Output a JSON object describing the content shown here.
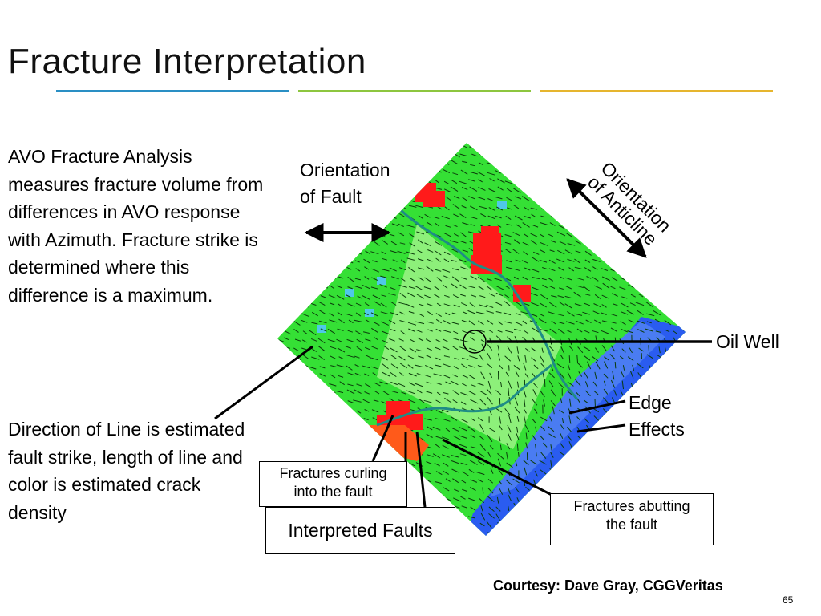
{
  "slide": {
    "title": "Fracture Interpretation",
    "rule_colors": [
      "#2a8fc4",
      "#8dc63f",
      "#e6b52e"
    ],
    "page_number": "65",
    "courtesy": "Courtesy: Dave Gray, CGGVeritas"
  },
  "text": {
    "avo_paragraph": "AVO Fracture Analysis measures fracture volume from differences in AVO response with Azimuth. Fracture strike is determined where this difference is a maximum.",
    "direction_paragraph": "Direction of Line is estimated fault strike, length of line and color is estimated crack density"
  },
  "labels": {
    "orientation_fault_line1": "Orientation",
    "orientation_fault_line2": "of Fault",
    "orientation_anticline_line1": "Orientation",
    "orientation_anticline_line2": "of Anticline",
    "oil_well": "Oil Well",
    "edge_effects_line1": "Edge",
    "edge_effects_line2": "Effects",
    "fractures_curling_line1": "Fractures curling",
    "fractures_curling_line2": "into the fault",
    "interpreted_faults": "Interpreted Faults",
    "fractures_abutting_line1": "Fractures abutting",
    "fractures_abutting_line2": "the fault"
  },
  "colors": {
    "map_green": "#35e035",
    "map_light_green": "#8df07a",
    "map_blue": "#2a5cf0",
    "map_cyan": "#4fc8e8",
    "anomaly_red": "#ff1a1a",
    "anomaly_orange": "#ff5a1a",
    "fault_line": "#1f8c86"
  },
  "icons": [
    "double-arrow-icon",
    "circle-well-marker-icon"
  ]
}
